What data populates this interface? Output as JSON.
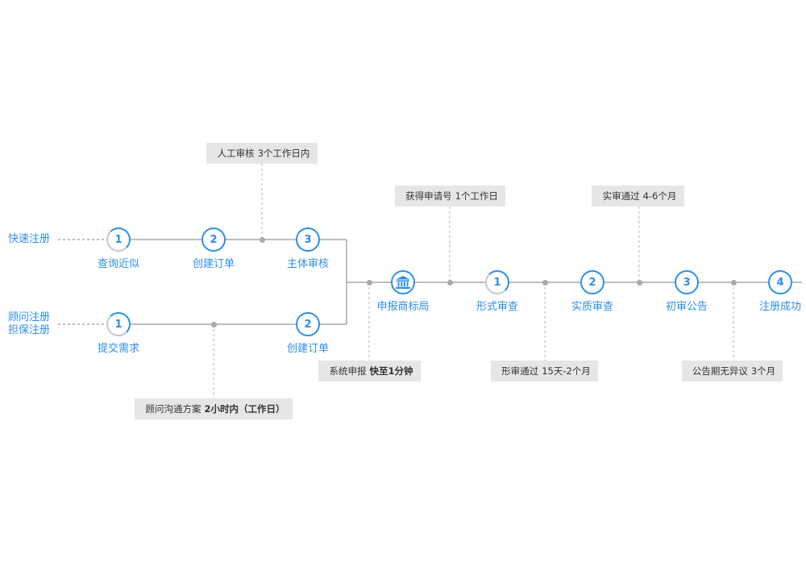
{
  "entries": {
    "fast_register": "快速注册",
    "consult_register_1": "顾问注册",
    "consult_register_2": "担保注册"
  },
  "fast_path": [
    {
      "num": "1",
      "label": "查询近似"
    },
    {
      "num": "2",
      "label": "创建订单"
    },
    {
      "num": "3",
      "label": "主体审核"
    }
  ],
  "consult_path": [
    {
      "num": "1",
      "label": "提交需求"
    },
    {
      "num": "2",
      "label": "创建订单"
    }
  ],
  "submit_node": {
    "icon": "bank-building-icon",
    "label": "申报商标局"
  },
  "main_path": [
    {
      "num": "1",
      "label": "形式审查"
    },
    {
      "num": "2",
      "label": "实质审查"
    },
    {
      "num": "3",
      "label": "初审公告"
    },
    {
      "num": "4",
      "label": "注册成功"
    }
  ],
  "notes": {
    "manual_review": {
      "text": "人工审核",
      "value": "3个工作日内"
    },
    "consult_plan": {
      "text": "顾问沟通方案",
      "value": "2小时内（工作日）"
    },
    "system_submit": {
      "text": "系统申报",
      "value": "快至1分钟"
    },
    "get_app_no": {
      "text": "获得申请号",
      "value": "1个工作日"
    },
    "formal_pass": {
      "text": "形审通过",
      "value": "15天-2个月"
    },
    "substantive_pass": {
      "text": "实审通过",
      "value": "4-6个月"
    },
    "announcement": {
      "text": "公告期无异议",
      "value": "3个月"
    }
  },
  "colors": {
    "accent": "#2e8fea",
    "line": "#a9a9a9",
    "box_bg": "#e6e6e6",
    "text_dark": "#333333"
  }
}
